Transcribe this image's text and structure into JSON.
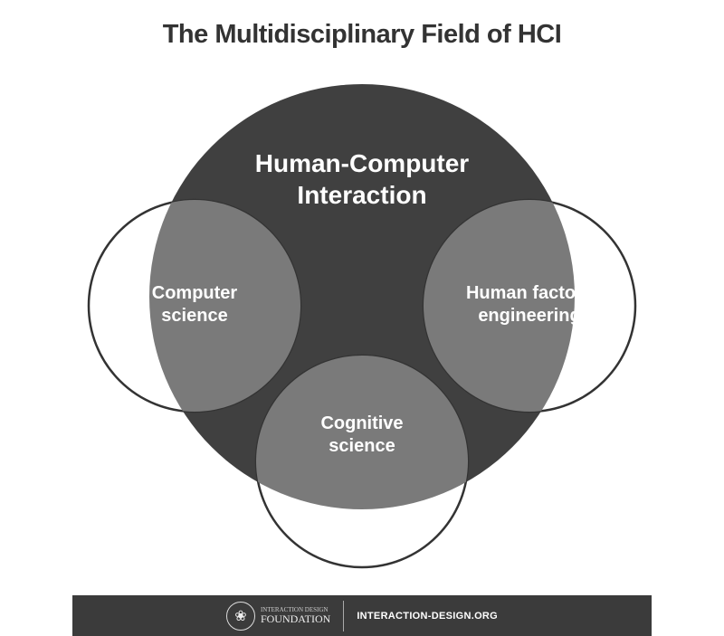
{
  "title": "The Multidisciplinary Field of HCI",
  "diagram": {
    "main": "Human-Computer Interaction",
    "main_lines": [
      "Human-Computer",
      "Interaction"
    ],
    "subfields": [
      {
        "lines": [
          "Computer",
          "science"
        ]
      },
      {
        "lines": [
          "Human factors",
          "engineering"
        ]
      },
      {
        "lines": [
          "Cognitive",
          "science"
        ]
      }
    ],
    "colors": {
      "main": "#404040",
      "overlap": "#7a7a7a",
      "stroke": "#333333"
    }
  },
  "footer": {
    "logo_top": "INTERACTION DESIGN",
    "logo_bottom": "FOUNDATION",
    "site": "INTERACTION-DESIGN.ORG"
  }
}
